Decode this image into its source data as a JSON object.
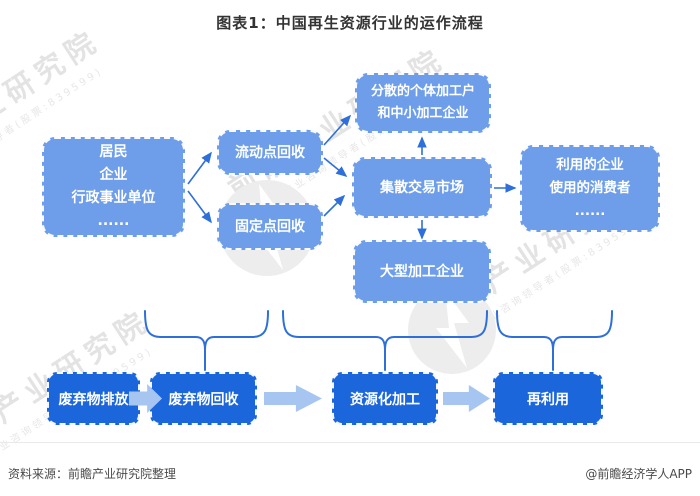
{
  "title": "图表1：中国再生资源行业的运作流程",
  "flowchart": {
    "source_box": {
      "lines": [
        "居民",
        "企业",
        "行政事业单位",
        "......"
      ]
    },
    "mobile_box": {
      "label": "流动点回收"
    },
    "fixed_box": {
      "label": "固定点回收"
    },
    "scattered_box": {
      "lines": [
        "分散的个体加工户",
        "和中小加工企业"
      ]
    },
    "market_box": {
      "label": "集散交易市场"
    },
    "large_box": {
      "label": "大型加工企业"
    },
    "user_box": {
      "lines": [
        "利用的企业",
        "使用的消费者",
        "......"
      ]
    }
  },
  "process_steps": [
    "废弃物排放",
    "废弃物回收",
    "资源化加工",
    "再利用"
  ],
  "footer": {
    "source": "资料来源：前瞻产业研究院整理",
    "credit": "@前瞻经济学人APP"
  },
  "watermark": {
    "brand": "前瞻产业研究院",
    "subtitle": "中国产业咨询领导者(股票:839599)"
  },
  "colors": {
    "light_box": "#6E9EE9",
    "dark_box": "#1C66DC",
    "thin_arrow": "#2E6FD9",
    "block_arrow": "#A6C6F1",
    "brace": "#2E6FD9",
    "title_text": "#333333",
    "footer_text": "#4a4a4a",
    "watermark": "#e3e3e3"
  }
}
